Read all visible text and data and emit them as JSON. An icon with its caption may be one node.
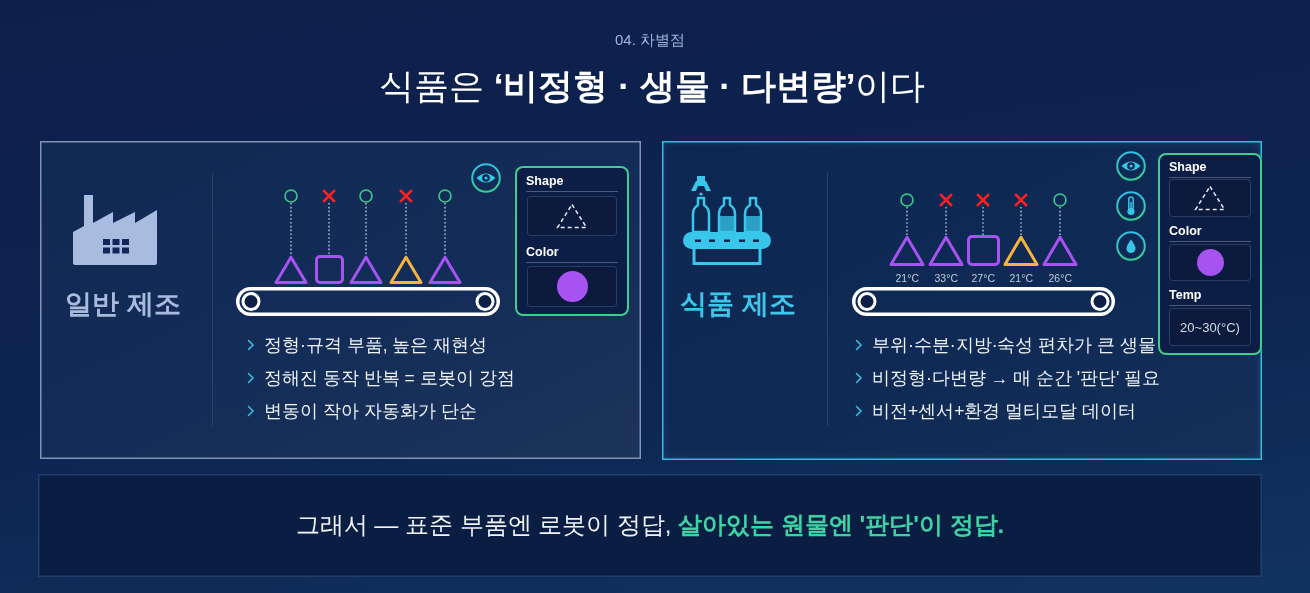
{
  "diagram": {
    "title": "식품은 **‘비정형 · 생물 · 다변량’**이다",
    "nodes": [
      {
        "text": [
          "일반 제조",
          "정형·규격 부품, 높은 재현성",
          "정해진 동작 반복 = 로봇이 강점",
          "변동이 작아 자동화가 단순"
        ]
      },
      {
        "text": [
          "Shape",
          "Color"
        ],
        "in": 0
      },
      {
        "text": [],
        "shape": "box",
        "in": 1
      },
      {
        "text": [],
        "shape": "box",
        "in": 1
      },
      {
        "text": [],
        "shape": "circle",
        "in": 0
      },
      {
        "text": [],
        "shape": "cross",
        "in": 0
      },
      {
        "text": [],
        "shape": "circle",
        "in": 0
      },
      {
        "text": [],
        "shape": "cross",
        "in": 0
      },
      {
        "text": [],
        "shape": "circle",
        "in": 0
      },
      {
        "text": [],
        "shape": "triangle",
        "in": 0
      },
      {
        "text": [],
        "shape": "box",
        "in": 0
      },
      {
        "text": [],
        "shape": "triangle",
        "in": 0
      },
      {
        "text": [],
        "shape": "triangle",
        "in": 0
      },
      {
        "text": [],
        "shape": "triangle",
        "in": 0
      },
      {
        "text": [
          "식품 제조",
          "부위·수분·지방·숙성 편차가 큰 생물",
          "비정형·다변량 → 매 순간 '판단' 필요",
          "비전+센서+환경 멀티모달 데이터"
        ]
      },
      {
        "text": [],
        "shape": "circle",
        "in": 14
      },
      {
        "text": [],
        "shape": "cross",
        "in": 14
      },
      {
        "text": [],
        "shape": "cross",
        "in": 14
      },
      {
        "text": [],
        "shape": "cross",
        "in": 14
      },
      {
        "text": [],
        "shape": "circle",
        "in": 14
      },
      {
        "text": [],
        "shape": "triangle",
        "in": 14,
        "beside": [
          "21°C"
        ]
      },
      {
        "text": [],
        "shape": "triangle",
        "in": 14,
        "beside": [
          "33°C"
        ]
      },
      {
        "text": [],
        "shape": "box",
        "in": 14,
        "beside": [
          "27°C"
        ]
      },
      {
        "text": [],
        "shape": "triangle",
        "in": 14,
        "beside": [
          "21°C"
        ]
      },
      {
        "text": [],
        "shape": "triangle",
        "in": 14,
        "beside": [
          "26°C"
        ]
      },
      {
        "text": [
          "Shape",
          "Color",
          "Temp"
        ],
        "in": 14
      },
      {
        "text": [],
        "shape": "box",
        "in": 25
      },
      {
        "text": [],
        "shape": "box",
        "in": 25
      },
      {
        "text": [
          "20~30(°C)"
        ],
        "in": 25
      },
      {
        "text": [
          "그래서 — 표준 부품엔 로봇이 정답, **살아있는 원물엔 '판단'이 정답.**"
        ]
      }
    ],
    "edges": [
      {
        "from": 4,
        "to": 9,
        "arrow": "none",
        "style": "dashed"
      },
      {
        "from": 5,
        "to": 10,
        "arrow": "none",
        "style": "dashed"
      },
      {
        "from": 6,
        "to": 11,
        "arrow": "none",
        "style": "dashed"
      },
      {
        "from": 7,
        "to": 12,
        "arrow": "none",
        "style": "dashed"
      },
      {
        "from": 8,
        "to": 13,
        "arrow": "none",
        "style": "dashed"
      },
      {
        "from": 15,
        "to": 20,
        "arrow": "none",
        "style": "dashed"
      },
      {
        "from": 16,
        "to": 21,
        "arrow": "none",
        "style": "dashed"
      },
      {
        "from": 17,
        "to": 22,
        "arrow": "none",
        "style": "dashed"
      },
      {
        "from": 18,
        "to": 23,
        "arrow": "none",
        "style": "dashed"
      },
      {
        "from": 19,
        "to": 24,
        "arrow": "none",
        "style": "dashed"
      }
    ],
    "labels": [
      "04. 차별점"
    ]
  }
}
